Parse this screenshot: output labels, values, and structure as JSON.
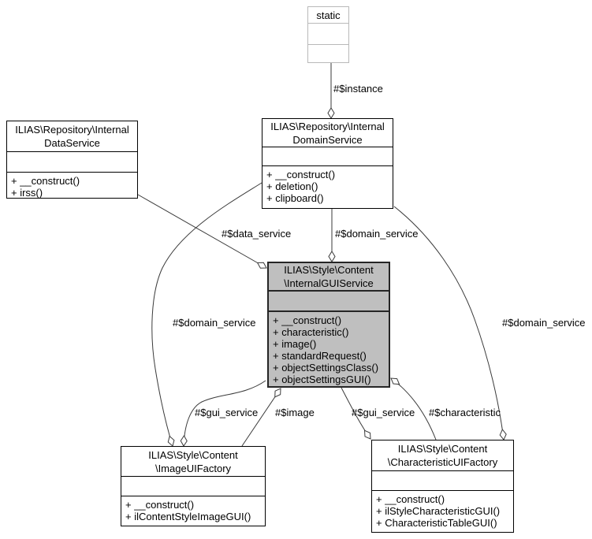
{
  "diagram_type": "uml-collaboration-diagram",
  "colors": {
    "background": "#ffffff",
    "node_fill": "#ffffff",
    "highlighted_node_fill": "#bfbfbf",
    "node_border": "#000000",
    "undocumented_node_border": "#b9b9b9",
    "edge": "#3a3a3a",
    "label_text": "#000000"
  },
  "nodes": [
    {
      "id": "static",
      "lines": [
        "static"
      ],
      "methods": []
    },
    {
      "id": "repository-internal-dataservice",
      "lines": [
        "ILIAS\\Repository\\Internal",
        "DataService"
      ],
      "methods": [
        "+ __construct()",
        "+ irss()"
      ]
    },
    {
      "id": "repository-internal-domainservice",
      "lines": [
        "ILIAS\\Repository\\Internal",
        "DomainService"
      ],
      "methods": [
        "+ __construct()",
        "+ deletion()",
        "+ clipboard()"
      ]
    },
    {
      "id": "style-content-internalguiservice",
      "lines": [
        "ILIAS\\Style\\Content",
        "\\InternalGUIService"
      ],
      "methods": [
        "+ __construct()",
        "+ characteristic()",
        "+ image()",
        "+ standardRequest()",
        "+ objectSettingsClass()",
        "+ objectSettingsGUI()"
      ]
    },
    {
      "id": "style-content-imageuifactory",
      "lines": [
        "ILIAS\\Style\\Content",
        "\\ImageUIFactory"
      ],
      "methods": [
        "+ __construct()",
        "+ ilContentStyleImageGUI()"
      ]
    },
    {
      "id": "style-content-characteristicuifactory",
      "lines": [
        "ILIAS\\Style\\Content",
        "\\CharacteristicUIFactory"
      ],
      "methods": [
        "+ __construct()",
        "+ ilStyleCharacteristicGUI()",
        "+ CharacteristicTableGUI()"
      ]
    }
  ],
  "edges": [
    {
      "id": "instance",
      "label": "#$instance",
      "from": "static",
      "to": "repository-internal-domainservice"
    },
    {
      "id": "data-service",
      "label": "#$data_service",
      "from": "repository-internal-dataservice",
      "to": "style-content-internalguiservice"
    },
    {
      "id": "domain-service-top",
      "label": "#$domain_service",
      "from": "repository-internal-domainservice",
      "to": "style-content-internalguiservice"
    },
    {
      "id": "domain-service-left",
      "label": "#$domain_service",
      "from": "repository-internal-domainservice",
      "to": "style-content-imageuifactory"
    },
    {
      "id": "domain-service-right",
      "label": "#$domain_service",
      "from": "repository-internal-domainservice",
      "to": "style-content-characteristicuifactory"
    },
    {
      "id": "gui-service-left",
      "label": "#$gui_service",
      "from": "style-content-internalguiservice",
      "to": "style-content-imageuifactory"
    },
    {
      "id": "image",
      "label": "#$image",
      "from": "style-content-imageuifactory",
      "to": "style-content-internalguiservice"
    },
    {
      "id": "gui-service-right",
      "label": "#$gui_service",
      "from": "style-content-internalguiservice",
      "to": "style-content-characteristicuifactory"
    },
    {
      "id": "characteristic",
      "label": "#$characteristic",
      "from": "style-content-characteristicuifactory",
      "to": "style-content-internalguiservice"
    }
  ]
}
